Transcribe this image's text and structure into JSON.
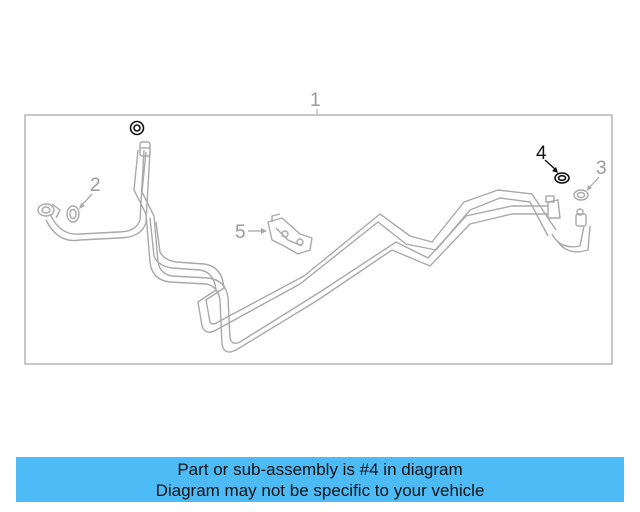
{
  "diagram": {
    "callouts": {
      "assembly": "1",
      "seal_small": "2",
      "seal_right": "3",
      "o_ring": "4",
      "bracket": "5"
    },
    "highlighted_part": "4"
  },
  "banner": {
    "line1": "Part or sub-assembly is #4 in diagram",
    "line2": "Diagram may not be specific to your vehicle",
    "background_color": "#4dbbf5"
  },
  "colors": {
    "line_gray": "#a9a9a9",
    "highlight": "#111111"
  }
}
